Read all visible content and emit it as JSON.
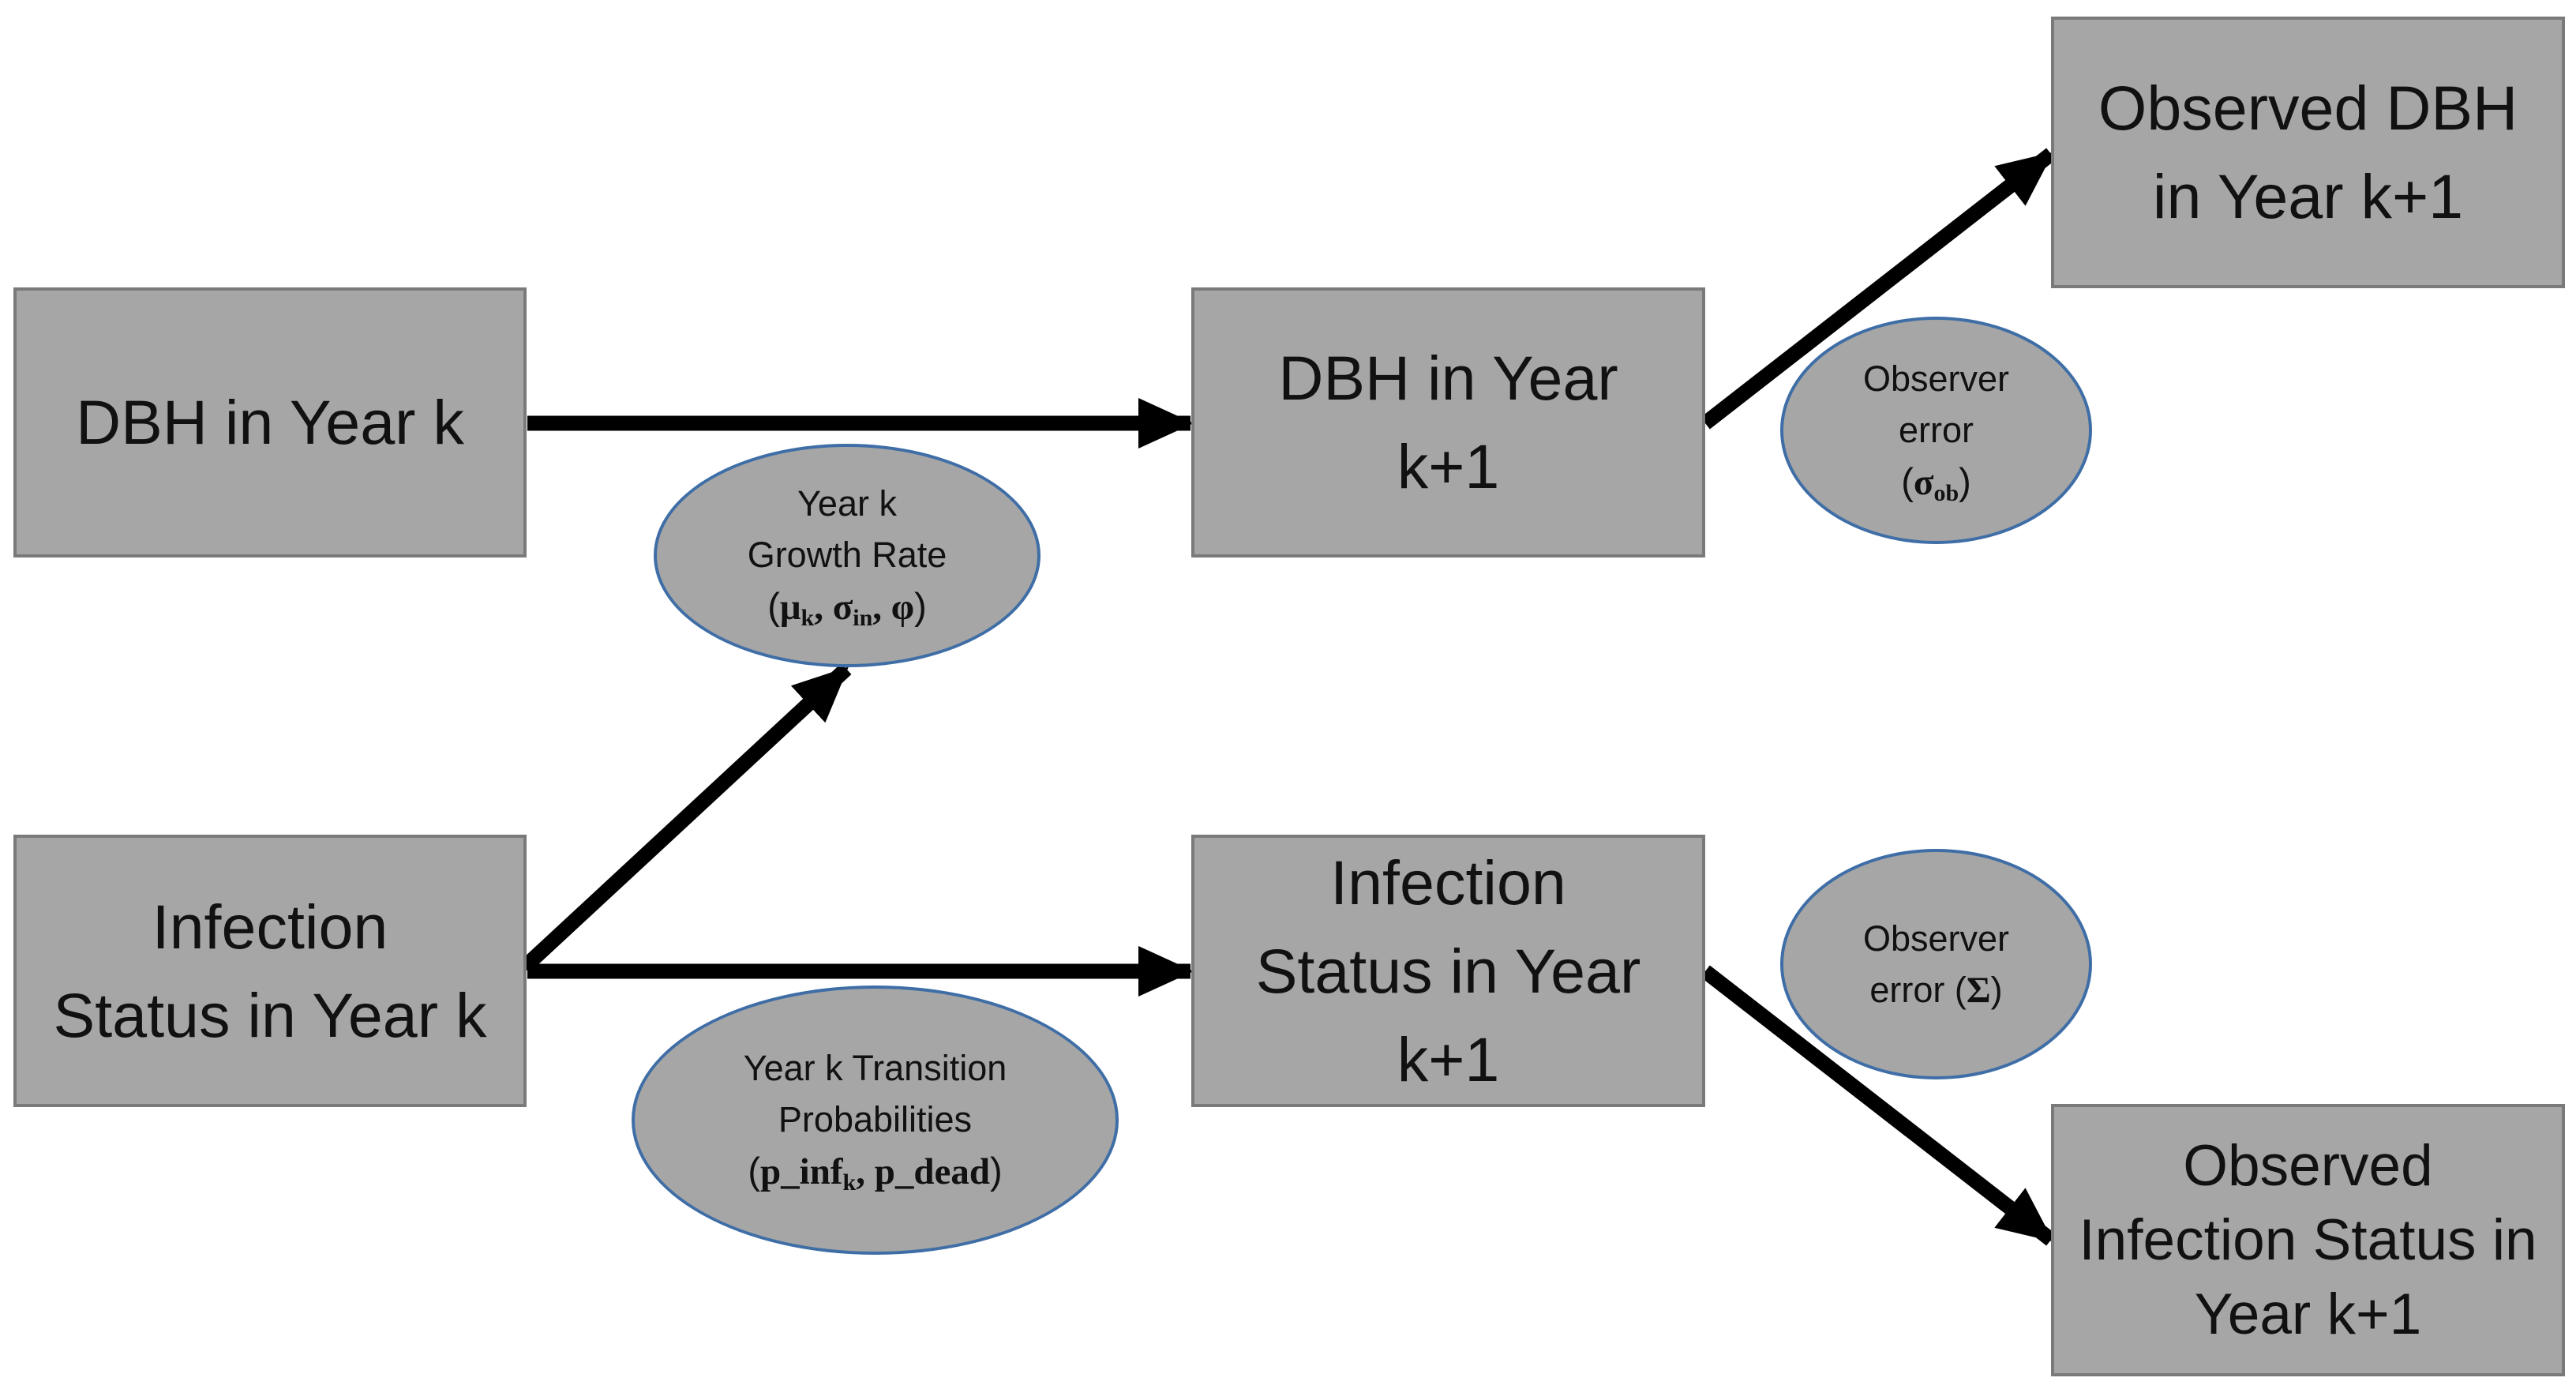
{
  "boxes": {
    "dbh_year_k": [
      "DBH in Year k"
    ],
    "dbh_year_k1": [
      "DBH in Year",
      "k+1"
    ],
    "observed_dbh": [
      "Observed DBH",
      "in Year k+1"
    ],
    "infection_year_k": [
      "Infection",
      "Status in Year k"
    ],
    "infection_year_k1": [
      "Infection",
      "Status in Year",
      "k+1"
    ],
    "observed_infection": [
      "Observed",
      "Infection Status in",
      "Year k+1"
    ]
  },
  "ellipses": {
    "growth_rate": {
      "lines": [
        "Year k",
        "Growth Rate"
      ],
      "param_open": "(",
      "mu": "μ",
      "mu_sub": "k",
      "sep1": ", ",
      "sigma": "σ",
      "sigma_sub": "in",
      "sep2": ", ",
      "phi": "φ",
      "param_close": ")"
    },
    "observer_error_dbh": {
      "lines": [
        "Observer",
        "error"
      ],
      "param_open": "(",
      "sigma": "σ",
      "sigma_sub": "ob",
      "param_close": ")"
    },
    "observer_error_infection": {
      "line1": "Observer",
      "line2_text": "error (",
      "symbol": "Σ",
      "param_close": ")"
    },
    "transition_probabilities": {
      "lines": [
        "Year k Transition",
        "Probabilities"
      ],
      "param_open": "(",
      "p_inf": "p_inf",
      "p_inf_sub": "k",
      "sep": ", ",
      "p_dead": "p_dead",
      "param_close": ")"
    }
  },
  "colors": {
    "box_fill": "#a6a6a6",
    "box_border": "#7a7a7a",
    "ellipse_border": "#3f6ea6",
    "arrow": "#000000"
  }
}
